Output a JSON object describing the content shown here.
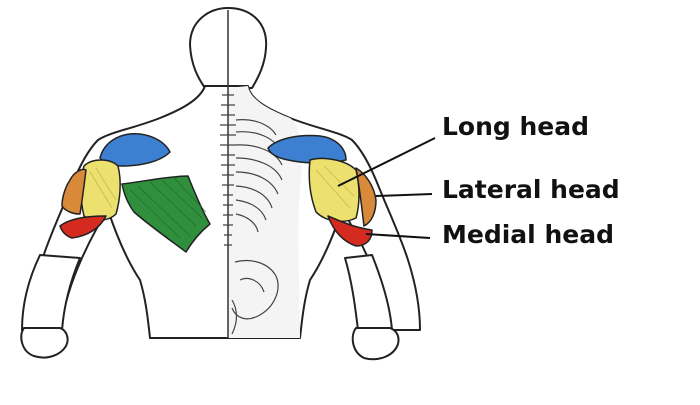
{
  "labels": {
    "long_head": "Long head",
    "lateral_head": "Lateral head",
    "medial_head": "Medial head"
  },
  "colors": {
    "long_head": "#ece06e",
    "lateral_head": "#d8893a",
    "medial_head": "#d52a20",
    "deltoid": "#3d7fd0",
    "lat": "#2f8f3c",
    "outline": "#222222",
    "bone": "#ffffff"
  }
}
